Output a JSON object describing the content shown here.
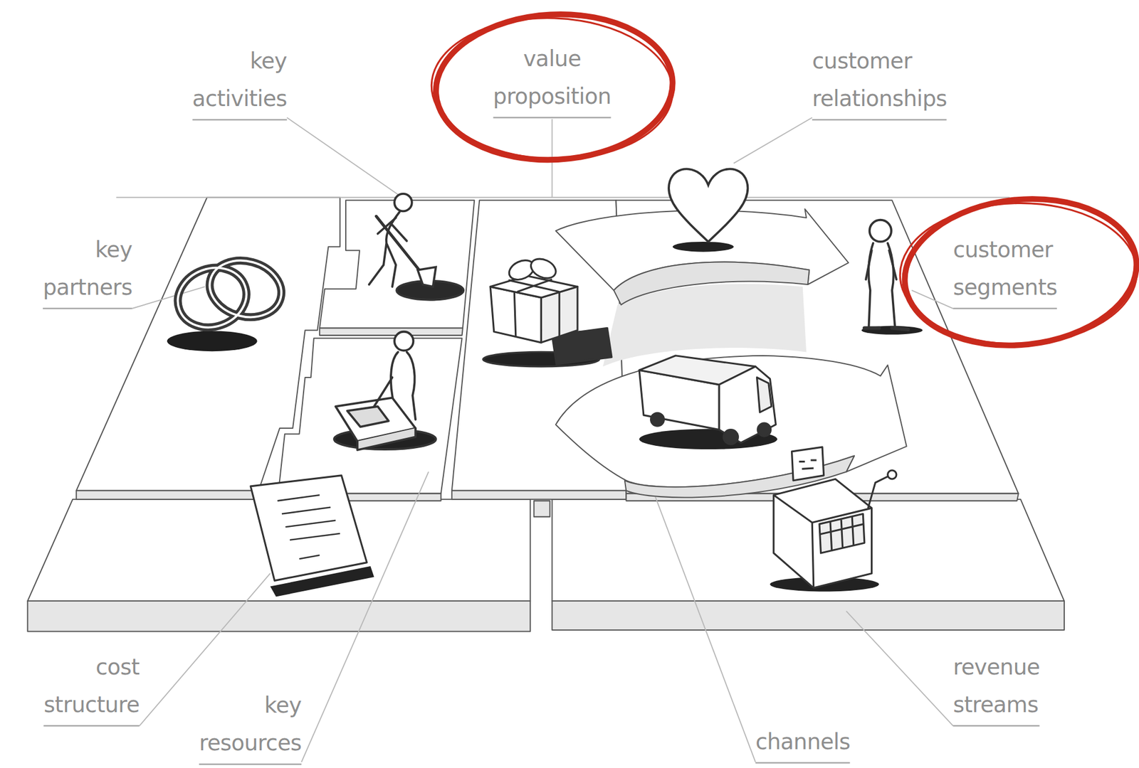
{
  "diagram": {
    "labels": [
      "key activities",
      "value proposition",
      "customer relationships",
      "key partners",
      "customer segments",
      "cost structure",
      "revenue streams",
      "key resources",
      "channels"
    ]
  }
}
